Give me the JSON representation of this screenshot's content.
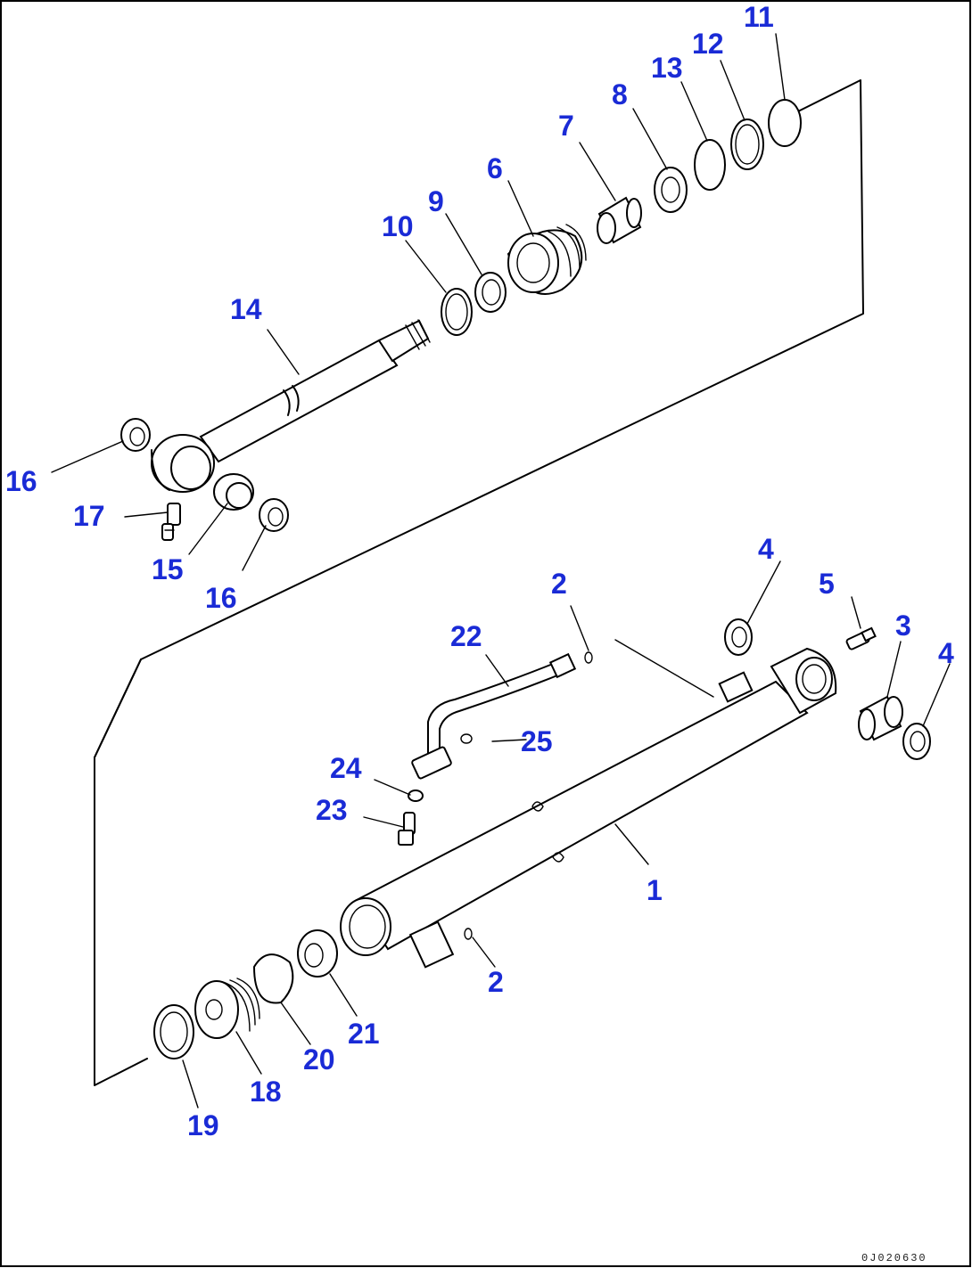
{
  "diagram": {
    "code": "0J020630",
    "labels": {
      "p1": "1",
      "p2a": "2",
      "p2b": "2",
      "p3": "3",
      "p4a": "4",
      "p4b": "4",
      "p5": "5",
      "p6": "6",
      "p7": "7",
      "p8": "8",
      "p9": "9",
      "p10": "10",
      "p11": "11",
      "p12": "12",
      "p13": "13",
      "p14": "14",
      "p15": "15",
      "p16a": "16",
      "p16b": "16",
      "p17": "17",
      "p18": "18",
      "p19": "19",
      "p20": "20",
      "p21": "21",
      "p22": "22",
      "p23": "23",
      "p24": "24",
      "p25": "25"
    }
  }
}
